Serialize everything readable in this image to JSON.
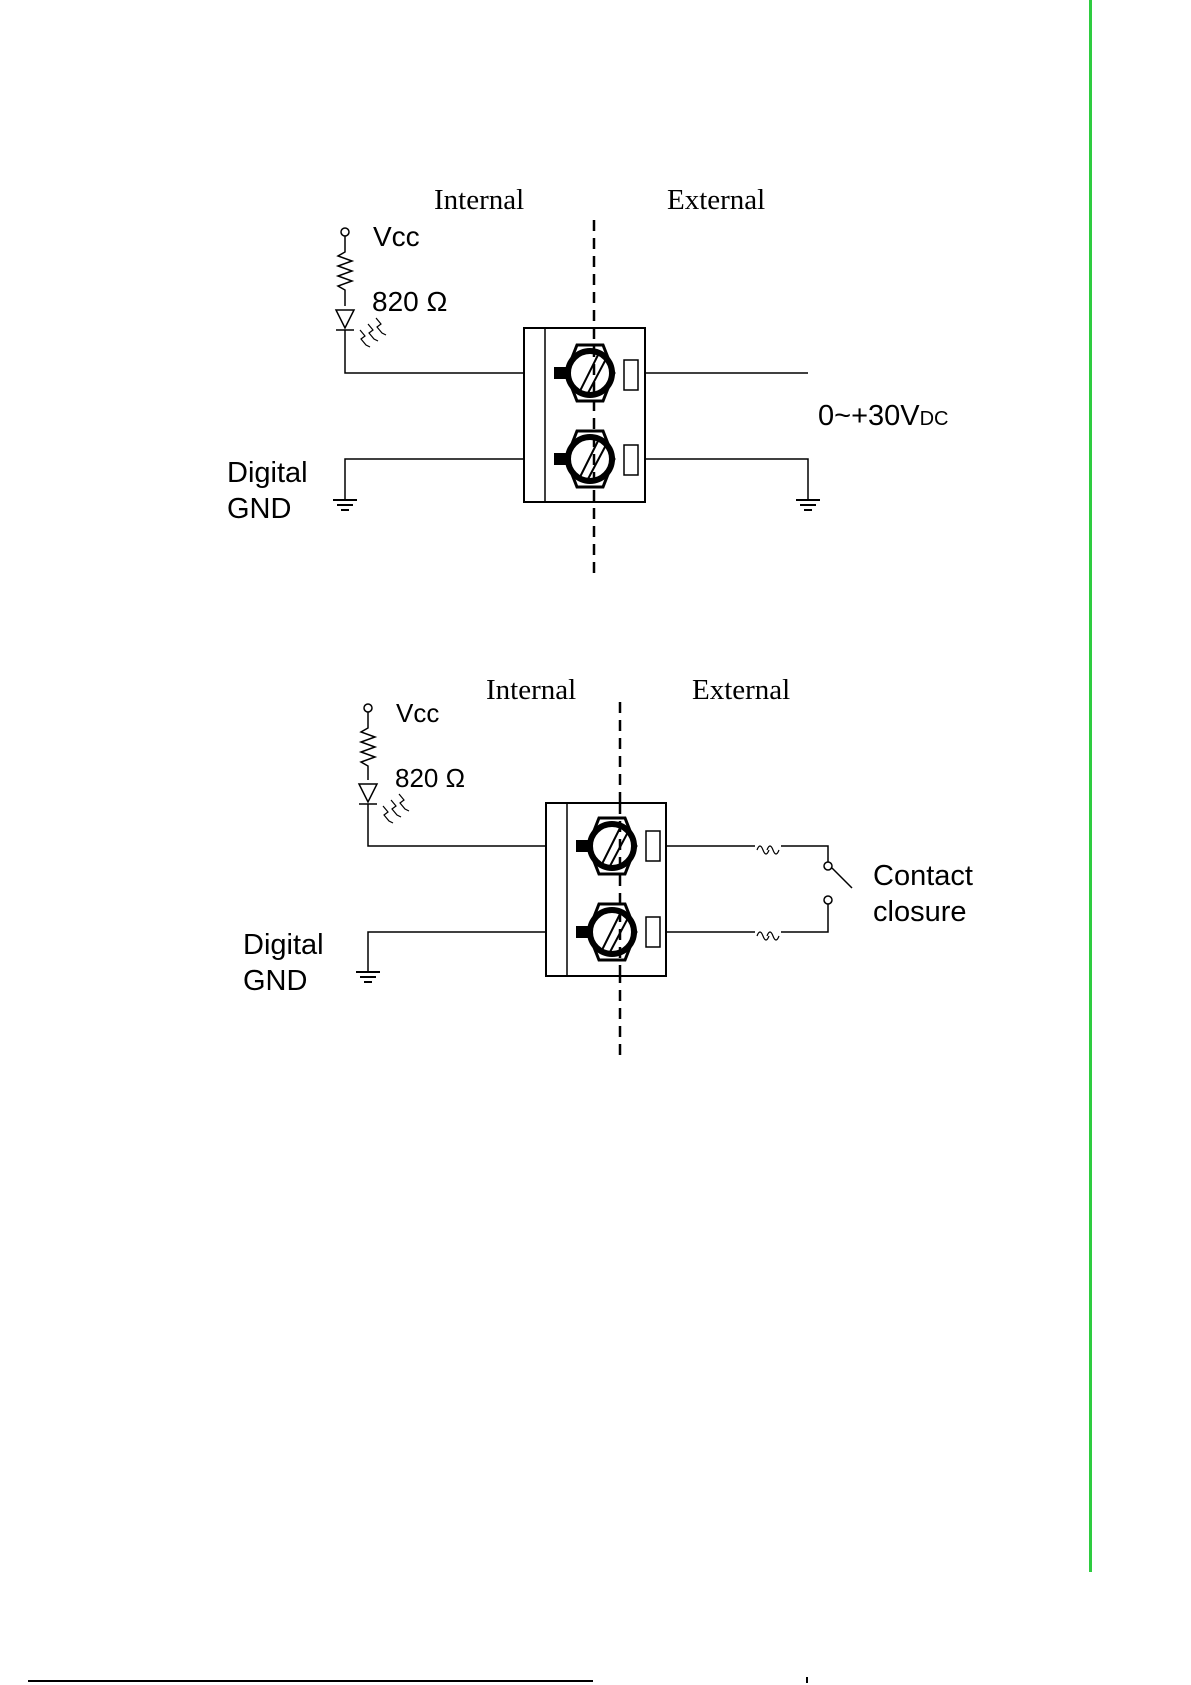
{
  "diagram1": {
    "internal_label": "Internal",
    "external_label": "External",
    "vcc_label": "Vcc",
    "resistor_label": "820",
    "ohm_symbol": "Ω",
    "ground_left_line1": "Digital",
    "ground_left_line2": "GND",
    "voltage_main": "0~+30V",
    "voltage_sub": "DC"
  },
  "diagram2": {
    "internal_label": "Internal",
    "external_label": "External",
    "vcc_label": "Vcc",
    "resistor_label": "820",
    "ohm_symbol": "Ω",
    "ground_left_line1": "Digital",
    "ground_left_line2": "GND",
    "contact_line1": "Contact",
    "contact_line2": "closure"
  },
  "colors": {
    "side_bar": "#2ecc40",
    "line": "#000000"
  }
}
